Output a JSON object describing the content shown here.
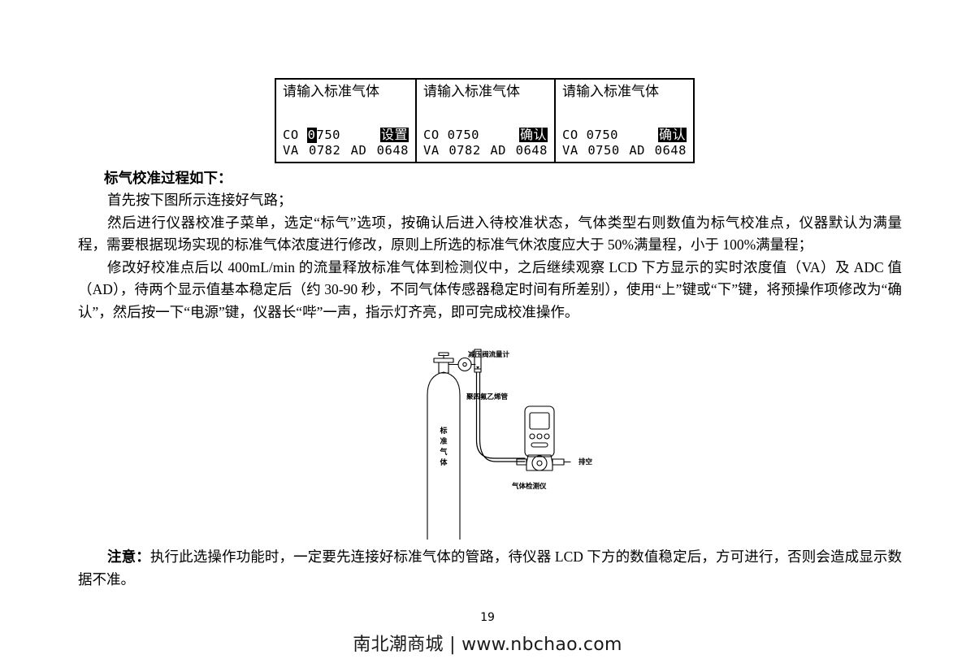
{
  "document": {
    "page_number": "19",
    "footer": "南北潮商城 | www.nbchao.com"
  },
  "lcd_panels": [
    {
      "title": "请输入标准气体",
      "gas_label": "CO",
      "value_highlighted": "0",
      "value_rest": "750",
      "action": "设置",
      "action_inverted": true,
      "va_label": "VA",
      "va_value": "0782",
      "ad_label": "AD",
      "ad_value": "0648"
    },
    {
      "title": "请输入标准气体",
      "gas_label": "CO",
      "value_highlighted": "",
      "value_rest": "0750",
      "action": "确认",
      "action_inverted": true,
      "va_label": "VA",
      "va_value": "0782",
      "ad_label": "AD",
      "ad_value": "0648"
    },
    {
      "title": "请输入标准气体",
      "gas_label": "CO",
      "value_highlighted": "",
      "value_rest": "0750",
      "action": "确认",
      "action_inverted": true,
      "va_label": "VA",
      "va_value": "0750",
      "ad_label": "AD",
      "ad_value": "0648"
    }
  ],
  "content": {
    "heading": "标气校准过程如下：",
    "paragraph_1": "首先按下图所示连接好气路；",
    "paragraph_2": "然后进行仪器校准子菜单，选定“标气”选项，按确认后进入待校准状态，气体类型右则数值为标气校准点，仪器默认为满量程，需要根据现场实现的标准气体浓度进行修改，原则上所选的标准气休浓度应大于 50%满量程，小于 100%满量程；",
    "paragraph_3": "修改好校准点后以 400mL/min 的流量释放标准气体到检测仪中，之后继续观察 LCD 下方显示的实时浓度值（VA）及 ADC 值（AD），待两个显示值基本稳定后（约 30-90 秒，不同气体传感器稳定时间有所差别），使用“上”键或“下”键，将预操作项修改为“确认”，然后按一下“电源”键，仪器长“哔”一声，指示灯齐亮，即可完成校准操作。",
    "note_label": "注意：",
    "note_text": "执行此选操作功能时，一定要先连接好标准气体的管路，待仪器 LCD 下方的数值稳定后，方可进行，否则会造成显示数据不准。"
  },
  "diagram": {
    "label_regulator": "减压阀流量计",
    "label_tube": "聚四氟乙烯管",
    "label_cylinder": "标准气体",
    "label_vent": "排空",
    "label_detector": "气体检测仪"
  }
}
